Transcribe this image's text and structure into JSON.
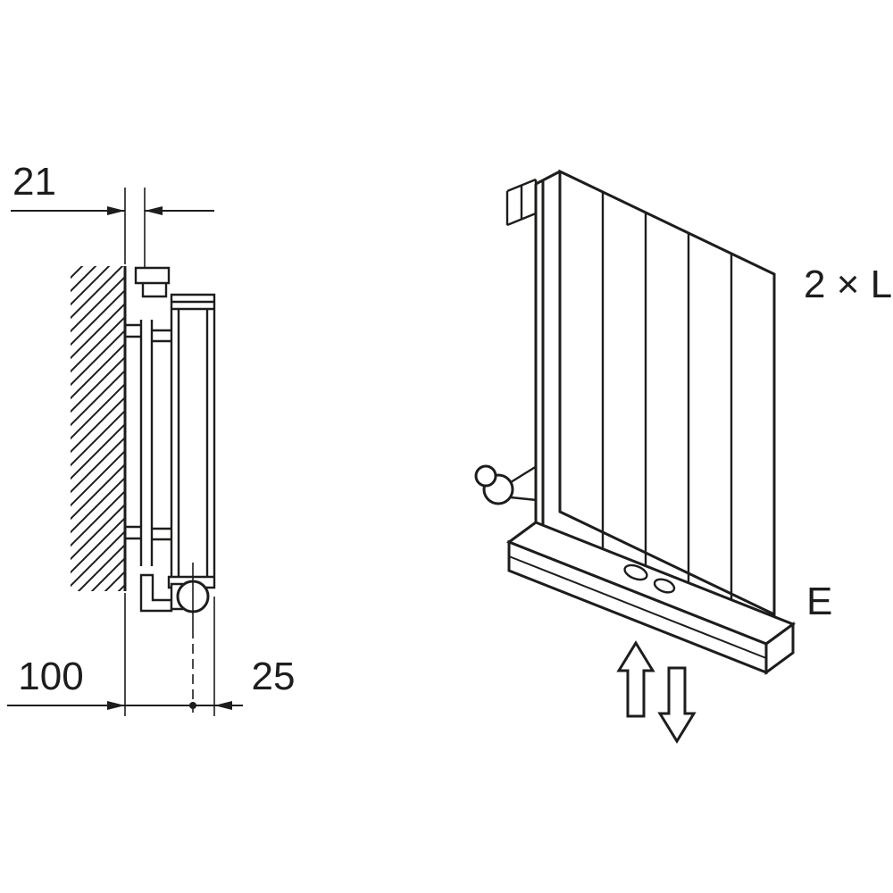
{
  "colors": {
    "line": "#1d1d1b",
    "background": "#ffffff"
  },
  "side_view": {
    "dim_wall_offset": "21",
    "dim_wall_to_pipe": "100",
    "dim_pipe_to_front": "25"
  },
  "isometric_view": {
    "panel_label": "2 × L",
    "connection_label": "E"
  }
}
